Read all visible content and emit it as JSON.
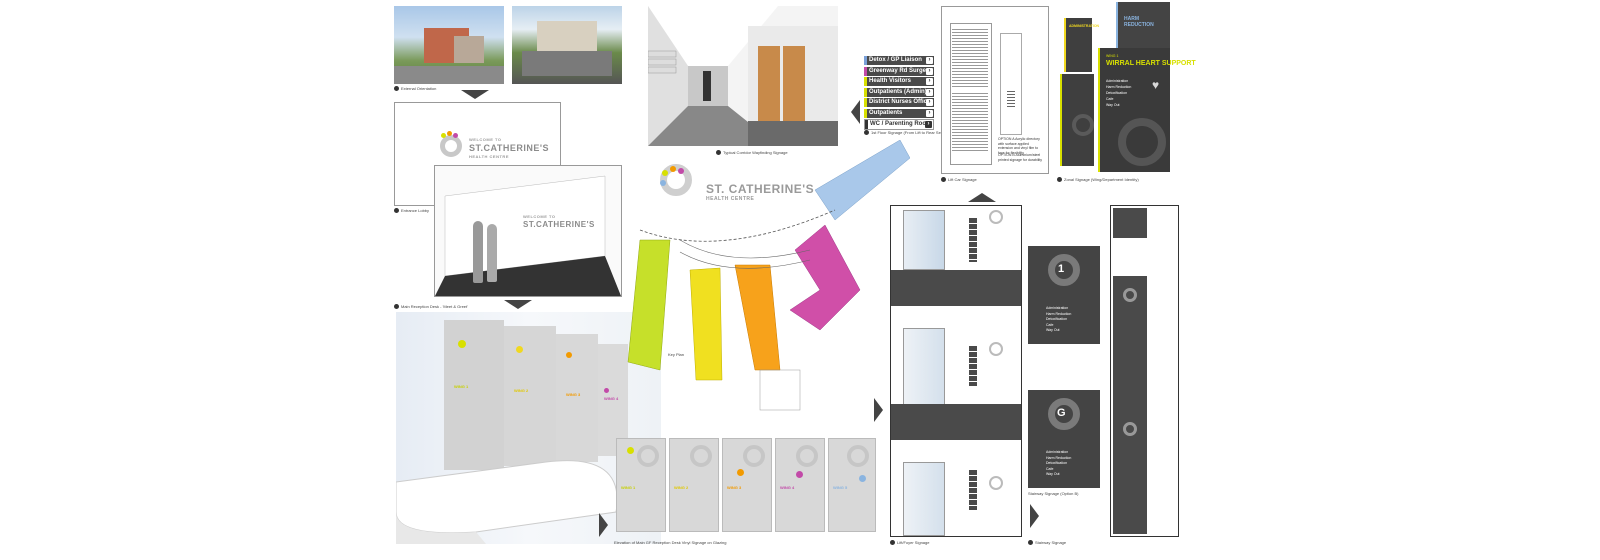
{
  "captions": {
    "external_orientation": "External Orientation",
    "entrance_lobby": "Entrance Lobby",
    "main_reception": "Main Reception Desk - 'Meet & Greet'",
    "corridor": "Typical Corridor Wayfinding Signage",
    "first_floor": "1st Floor Signage (From Lift to Rear Section)",
    "lift_car": "Lift Car Signage",
    "zonal": "Zonal Signage (Wing/Department Identity)",
    "elevation": "Elevation of Main GF Reception Desk Vinyl Signage on Glazing",
    "lift_foyer": "Lift/Foyer Signage",
    "stairway_option": "Stairway Signage (Option B)",
    "stairway": "Stairway Signage",
    "key_plan": "Key Plan"
  },
  "logo": {
    "welcome": "WELCOME TO",
    "name": "ST.CATHERINE'S",
    "name_plan": "ST. CATHERINE'S",
    "sub": "HEALTH CENTRE"
  },
  "directory": [
    {
      "label": "Detox / GP Liaison",
      "color": "#7aa0d8"
    },
    {
      "label": "Greenway Rd Surgery",
      "color": "#c24aa8"
    },
    {
      "label": "Health Visitors",
      "color": "#d8e000"
    },
    {
      "label": "Outpatients (Admin)",
      "color": "#d8e000"
    },
    {
      "label": "District Nurses Office",
      "color": "#d8e000"
    },
    {
      "label": "Outpatients",
      "color": "#d8e000"
    },
    {
      "label": "WC / Parenting Room",
      "color": "#ffffff"
    }
  ],
  "lift_car_notes": {
    "option_a": "OPTION A Acrylic directory with surface applied extension and vinyl film to face for flexibility",
    "option_b": "OPTION B Aluminium/steel printed signage for durability"
  },
  "zonal": {
    "back_title": "HARM REDUCTION",
    "mid_title": "ADMINISTRATION",
    "front_title": "WIRRAL HEART SUPPORT",
    "front_wing": "WING 1",
    "items": [
      "Administration",
      "Harm Reduction",
      "Detoxification",
      "Cafe",
      "Way Out"
    ]
  },
  "stair_signs": {
    "floor_1": "1",
    "floor_g": "G",
    "items": [
      "Administration",
      "Harm Reduction",
      "Detoxification",
      "Cafe",
      "Way Out"
    ]
  },
  "wings": [
    "WING 1",
    "WING 2",
    "WING 3",
    "WING 4",
    "WING 5"
  ],
  "wing_colors": [
    "#d8e000",
    "#f0d820",
    "#f29a00",
    "#c24aa8",
    "#8ab4e0"
  ],
  "colors": {
    "yellow_green": "#c6e02a",
    "yellow": "#f0e020",
    "orange": "#f7a21b",
    "magenta": "#d04fa8",
    "blue": "#a9c8ea",
    "dark": "#4a4a4a"
  }
}
